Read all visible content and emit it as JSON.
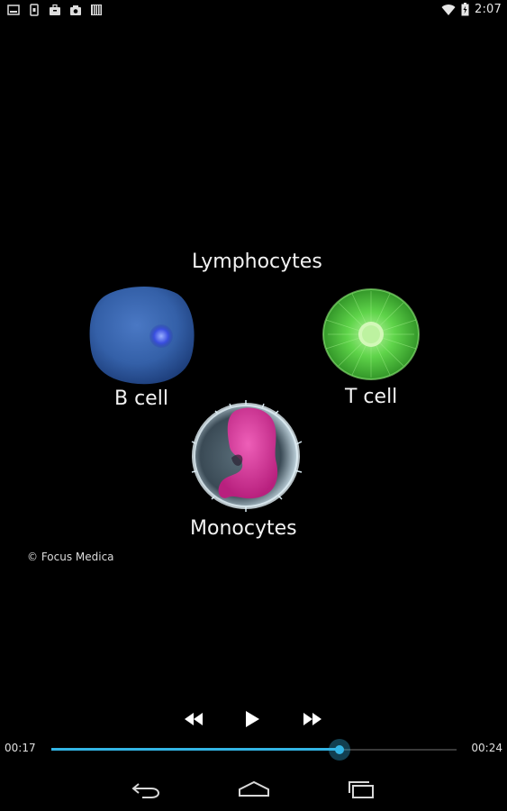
{
  "status_bar": {
    "time": "2:07",
    "left_icons": [
      "gallery-notification-icon",
      "sim-notification-icon",
      "briefcase-notification-icon",
      "camera-notification-icon",
      "barcode-notification-icon"
    ],
    "right_icons": [
      "wifi-icon",
      "battery-icon"
    ]
  },
  "video": {
    "labels": {
      "lymphocytes": "Lymphocytes",
      "b_cell": "B cell",
      "t_cell": "T cell",
      "monocytes": "Monocytes"
    },
    "copyright": "© Focus Medica"
  },
  "player": {
    "elapsed": "00:17",
    "total": "00:24",
    "progress_fraction": 0.71,
    "buttons": [
      "rewind-icon",
      "play-icon",
      "fast-forward-icon"
    ],
    "accent_color": "#33b5e5"
  },
  "nav_bar": {
    "buttons": [
      "back-icon",
      "home-icon",
      "recents-icon"
    ]
  }
}
